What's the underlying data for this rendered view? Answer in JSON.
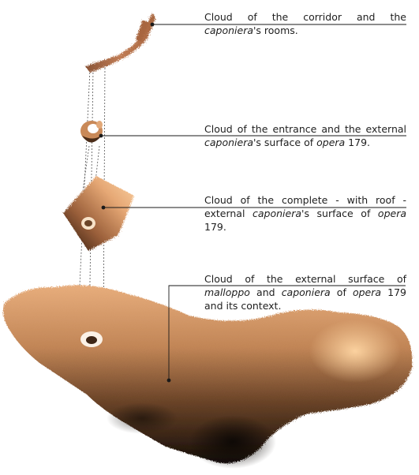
{
  "captions": [
    {
      "id": "corridor",
      "parts": [
        {
          "text": "Cloud of the corridor and the ",
          "italic": false
        },
        {
          "text": "caponiera",
          "italic": true
        },
        {
          "text": "'s rooms.",
          "italic": false
        }
      ]
    },
    {
      "id": "entrance",
      "parts": [
        {
          "text": "Cloud of the entrance and the external ",
          "italic": false
        },
        {
          "text": "caponiera",
          "italic": true
        },
        {
          "text": "'s surface of ",
          "italic": false
        },
        {
          "text": "opera",
          "italic": true
        },
        {
          "text": " 179.",
          "italic": false
        }
      ]
    },
    {
      "id": "complete",
      "parts": [
        {
          "text": "Cloud of the complete - with roof - external ",
          "italic": false
        },
        {
          "text": "caponiera",
          "italic": true
        },
        {
          "text": "'s surface of ",
          "italic": false
        },
        {
          "text": "opera",
          "italic": true
        },
        {
          "text": " 179.",
          "italic": false
        }
      ]
    },
    {
      "id": "external",
      "parts": [
        {
          "text": "Cloud of the external surface of ",
          "italic": false
        },
        {
          "text": "malloppo",
          "italic": true
        },
        {
          "text": " and ",
          "italic": false
        },
        {
          "text": "caponiera",
          "italic": true
        },
        {
          "text": " of ",
          "italic": false
        },
        {
          "text": "opera",
          "italic": true
        },
        {
          "text": " 179 and its context.",
          "italic": false
        }
      ]
    }
  ],
  "colors": {
    "cloud_light": "#f6c48f",
    "cloud_mid": "#c98958",
    "cloud_dark": "#5a3a22",
    "cloud_black": "#120c08",
    "leader_line": "#1a1a1a",
    "projection_line": "#555555"
  }
}
